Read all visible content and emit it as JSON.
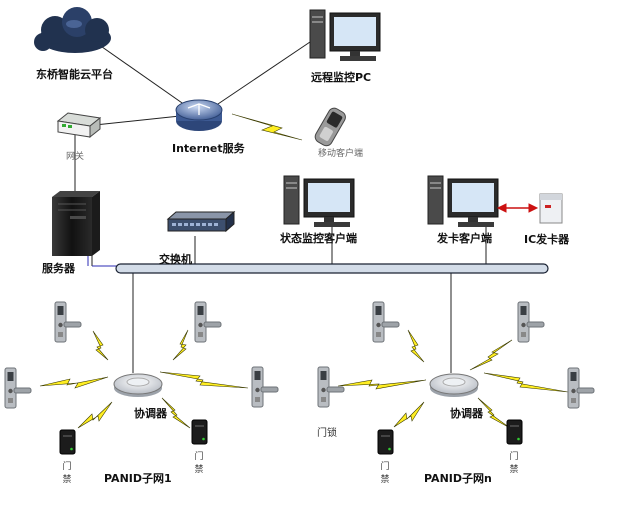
{
  "nodes": {
    "cloud": "东桥智能云平台",
    "remote_pc": "远程监控PC",
    "internet": "Internet服务",
    "mobile": "移动客户端",
    "gateway": "网关",
    "server": "服务器",
    "switch": "交换机",
    "status_client": "状态监控客户端",
    "card_client": "发卡客户端",
    "ic_issuer": "IC发卡器"
  },
  "subnets": [
    {
      "coordinator": "协调器",
      "name": "PANID子网1",
      "reader_a": "门禁",
      "reader_b": "门禁"
    },
    {
      "coordinator": "协调器",
      "name": "PANID子网n",
      "lock": "门锁",
      "reader_a": "门禁",
      "reader_b": "门禁"
    }
  ],
  "colors": {
    "bus_fill": "#d3dce8",
    "bus_stroke": "#1a2233",
    "wireless": "#ffee22",
    "arrow": "#cc1111"
  }
}
